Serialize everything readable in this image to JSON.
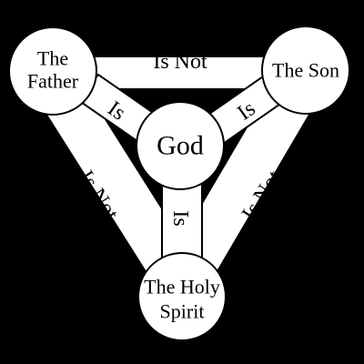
{
  "colors": {
    "background": "#000000",
    "shape_fill": "#ffffff",
    "outline": "#000000"
  },
  "nodes": {
    "father": {
      "line1": "The",
      "line2": "Father"
    },
    "son": {
      "label": "The Son"
    },
    "holy_spirit": {
      "line1": "The Holy",
      "line2": "Spirit"
    },
    "god": {
      "label": "God"
    }
  },
  "links": {
    "father_son": "Is Not",
    "father_spirit": "Is Not",
    "son_spirit": "Is Not",
    "father_god": "Is",
    "son_god": "Is",
    "spirit_god": "Is"
  }
}
